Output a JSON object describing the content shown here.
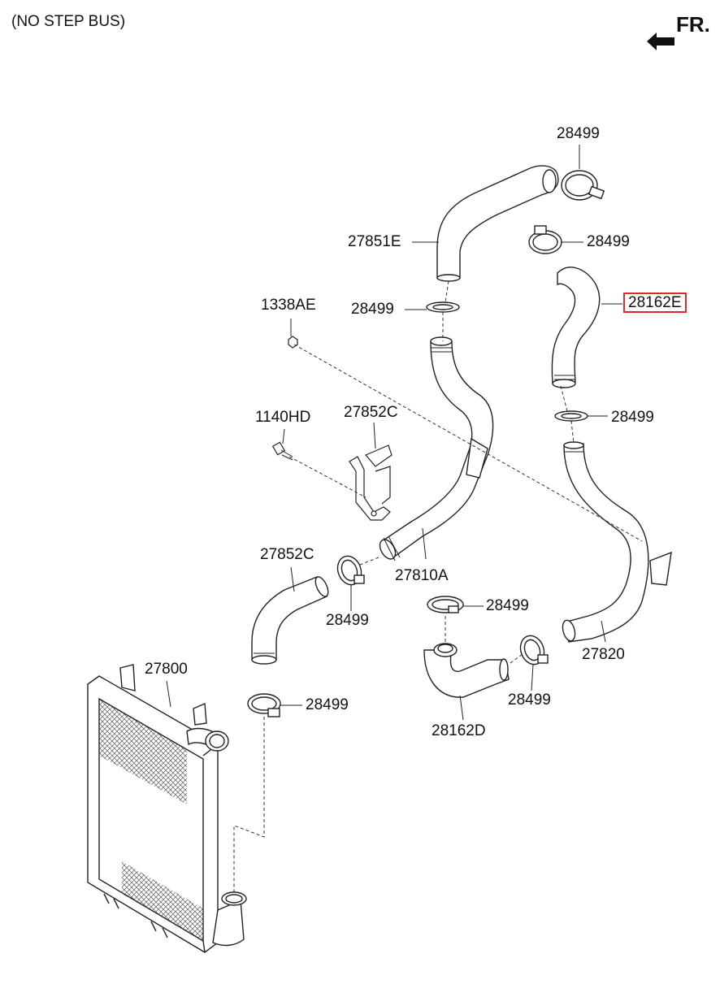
{
  "header": {
    "subtitle": "(NO STEP BUS)",
    "direction_label": "FR."
  },
  "highlight_color": "#e0262b",
  "labels": {
    "clamp_top": "28499",
    "hose_top": "27851E",
    "clamp_upper_right": "28499",
    "highlighted_part": "28162E",
    "nut": "1338AE",
    "clamp_mid_left": "28499",
    "bolt": "1140HD",
    "bracket_upper": "27852C",
    "clamp_mid_right": "28499",
    "hose_left": "27852C",
    "pipe_center": "27810A",
    "clamp_small_left": "28499",
    "clamp_center": "28499",
    "intercooler": "27800",
    "pipe_right": "27820",
    "clamp_lower_left": "28499",
    "clamp_lower_right": "28499",
    "hose_bottom": "28162D"
  }
}
